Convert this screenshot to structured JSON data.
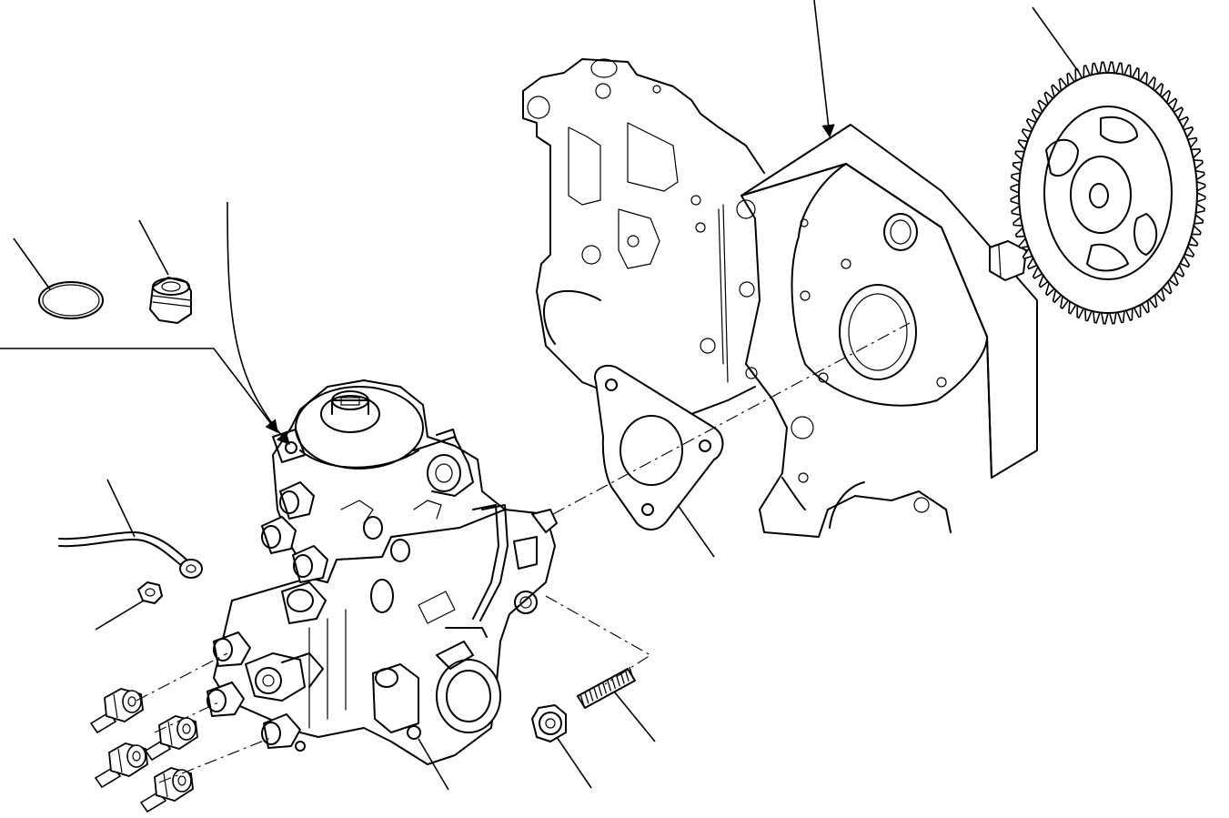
{
  "diagram": {
    "kind": "exploded-parts-view",
    "line_color": "#000000",
    "background": "#ffffff",
    "parts": [
      "timing-gear-case",
      "injection-pump-drive-gear",
      "pump-gasket",
      "fuel-injection-pump",
      "o-ring",
      "banjo-plug",
      "ground-cable",
      "hex-nut",
      "pump-flange-nut",
      "mounting-stud",
      "delivery-valve-fittings"
    ]
  }
}
